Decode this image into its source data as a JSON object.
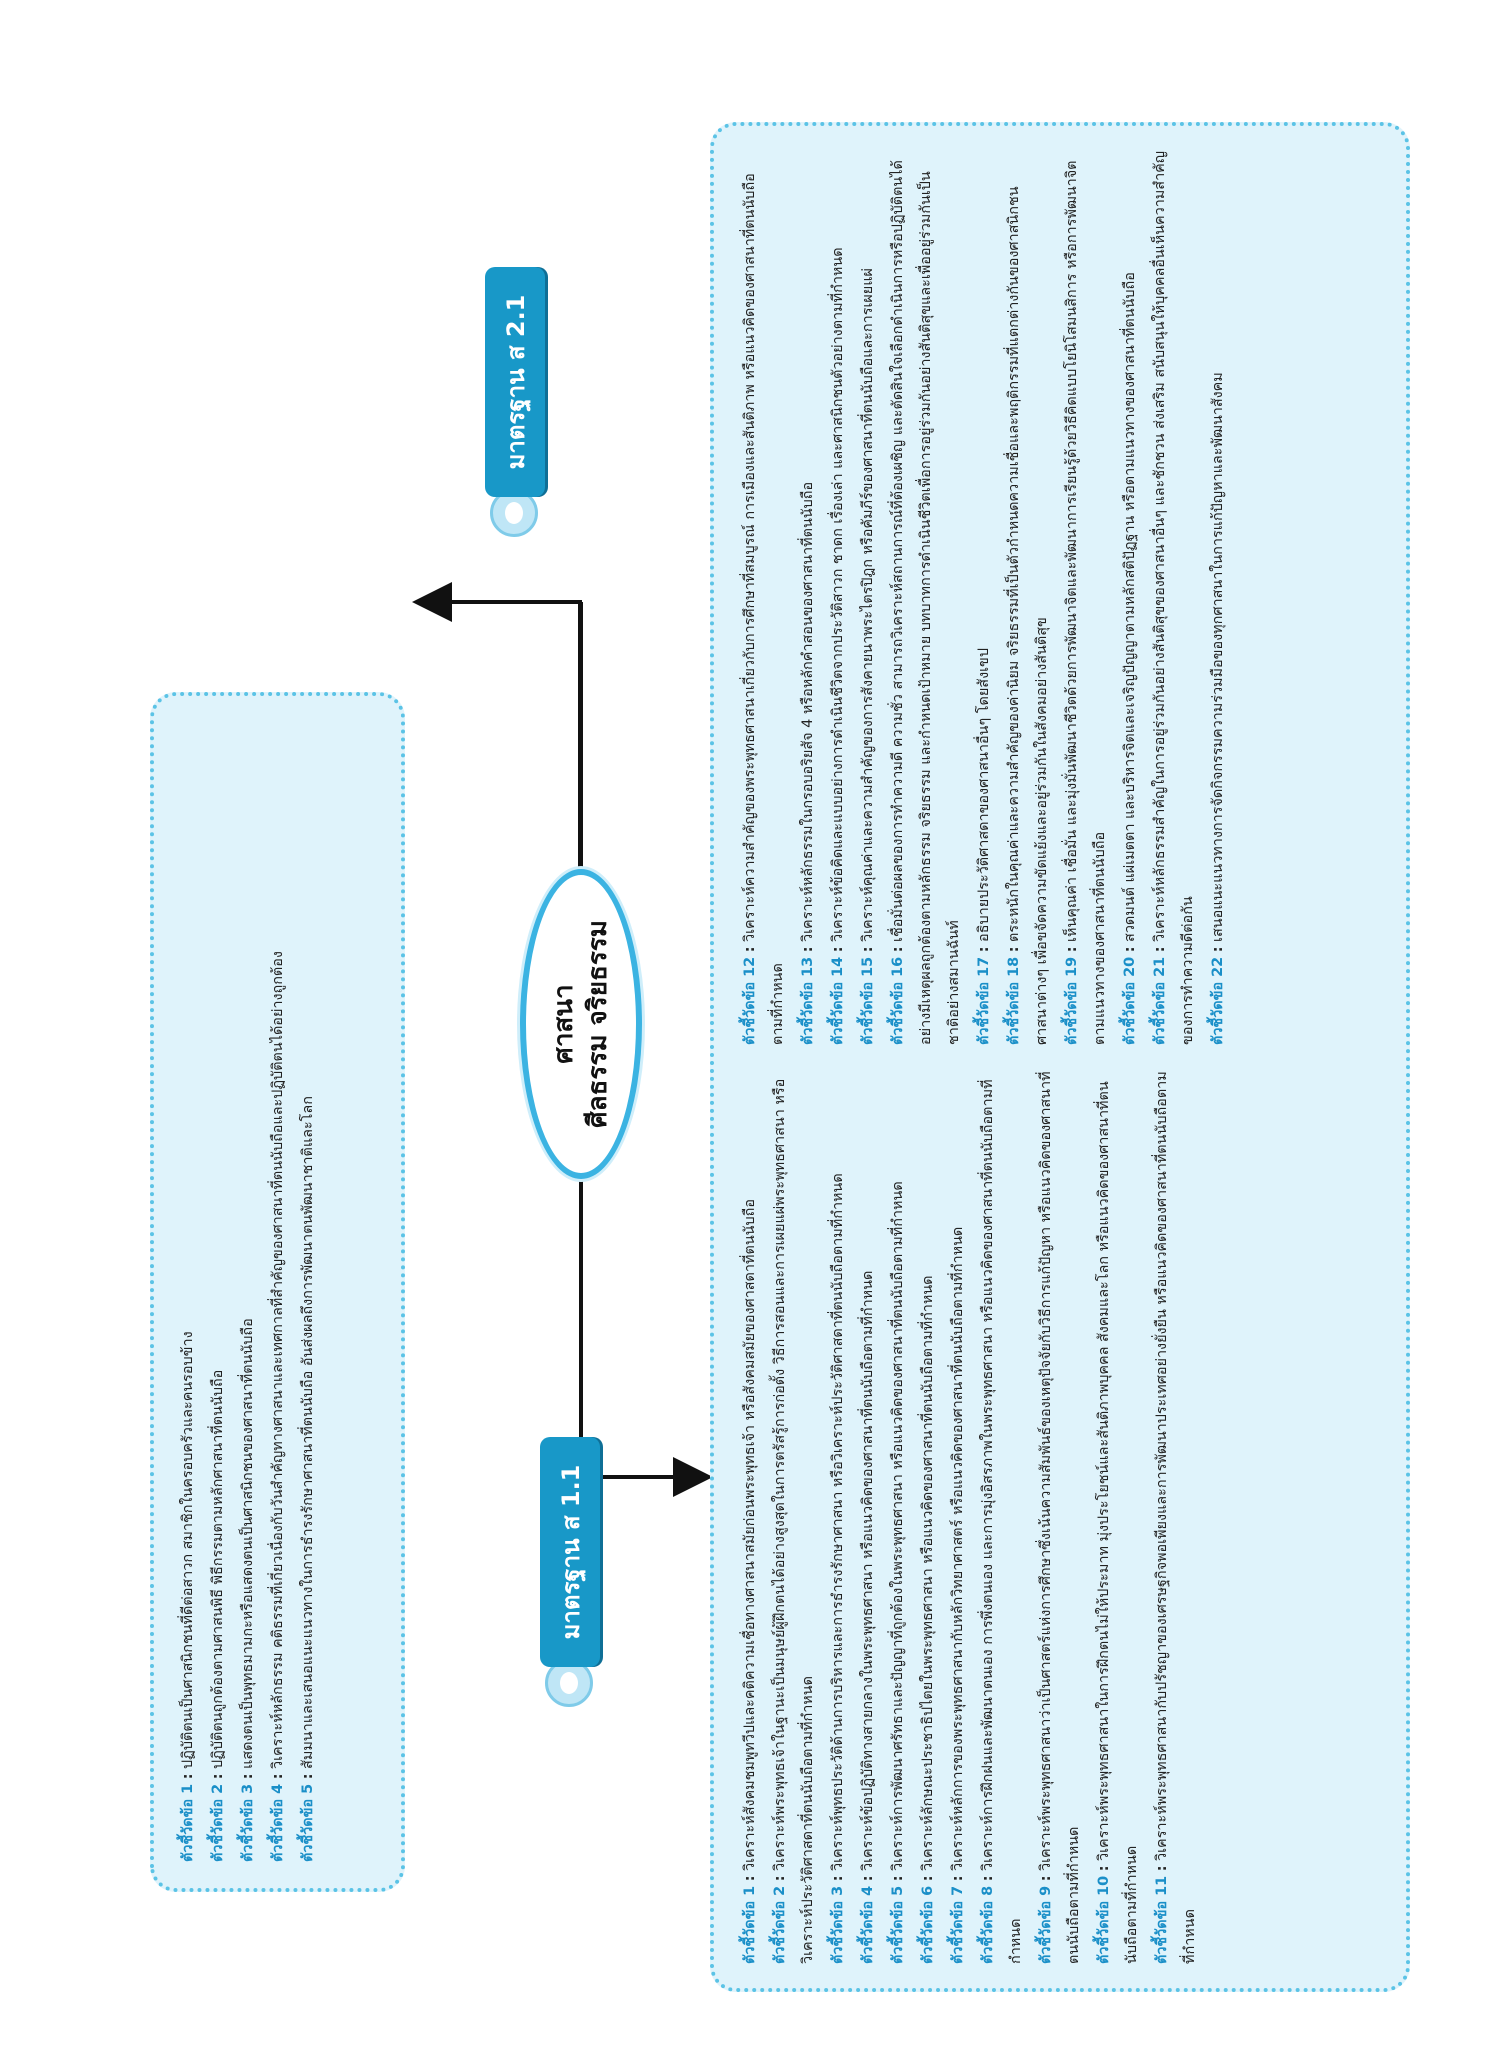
{
  "center": {
    "line1": "ศาสนา",
    "line2": "ศีลธรรม จริยธรรม"
  },
  "standards": {
    "s11": "มาตรฐาน ส 1.1",
    "s21": "มาตรฐาน ส 2.1"
  },
  "separator": ":",
  "top_indicators": [
    {
      "label": "ตัวชี้วัดข้อ 1",
      "text": "ปฏิบัติตนเป็นศาสนิกชนที่ดีต่อสาวก สมาชิกในครอบครัวและคนรอบข้าง"
    },
    {
      "label": "ตัวชี้วัดข้อ 2",
      "text": "ปฏิบัติตนถูกต้องตามศาสนพิธี พิธีกรรมตามหลักศาสนาที่ตนนับถือ"
    },
    {
      "label": "ตัวชี้วัดข้อ 3",
      "text": "แสดงตนเป็นพุทธมามกะหรือแสดงตนเป็นศาสนิกชนของศาสนาที่ตนนับถือ"
    },
    {
      "label": "ตัวชี้วัดข้อ 4",
      "text": "วิเคราะห์หลักธรรม คติธรรมที่เกี่ยวเนื่องกับวันสำคัญทางศาสนาและเทศกาลที่สำคัญของศาสนาที่ตนนับถือและปฏิบัติตนได้อย่างถูกต้อง"
    },
    {
      "label": "ตัวชี้วัดข้อ 5",
      "text": "สัมมนาและเสนอแนะแนวทางในการธำรงรักษาศาสนาที่ตนนับถือ อันส่งผลถึงการพัฒนาตนพัฒนาชาติและโลก"
    }
  ],
  "left_indicators": [
    {
      "label": "ตัวชี้วัดข้อ 1",
      "text": "วิเคราะห์สังคมชมพูทวีปและคติความเชื่อทางศาสนาสมัยก่อนพระพุทธเจ้า หรือสังคมสมัยของศาสดาที่ตนนับถือ"
    },
    {
      "label": "ตัวชี้วัดข้อ 2",
      "text": "วิเคราะห์พระพุทธเจ้าในฐานะเป็นมนุษย์ผู้ฝึกตนได้อย่างสูงสุดในการตรัสรู้การก่อตั้ง วิธีการสอนและการเผยแผ่พระพุทธศาสนา หรือวิเคราะห์ประวัติศาสดาที่ตนนับถือตามที่กำหนด"
    },
    {
      "label": "ตัวชี้วัดข้อ 3",
      "text": "วิเคราะห์พุทธประวัติด้านการบริหารและการธำรงรักษาศาสนา หรือวิเคราะห์ประวัติศาสดาที่ตนนับถือตามที่กำหนด"
    },
    {
      "label": "ตัวชี้วัดข้อ 4",
      "text": "วิเคราะห์ข้อปฏิบัติทางสายกลางในพระพุทธศาสนา หรือแนวคิดของศาสนาที่ตนนับถือตามที่กำหนด"
    },
    {
      "label": "ตัวชี้วัดข้อ 5",
      "text": "วิเคราะห์การพัฒนาศรัทธาและปัญญาที่ถูกต้องในพระพุทธศาสนา หรือแนวคิดของศาสนาที่ตนนับถือตามที่กำหนด"
    },
    {
      "label": "ตัวชี้วัดข้อ 6",
      "text": "วิเคราะห์ลักษณะประชาธิปไตยในพระพุทธศาสนา หรือแนวคิดของศาสนาที่ตนนับถือตามที่กำหนด"
    },
    {
      "label": "ตัวชี้วัดข้อ 7",
      "text": "วิเคราะห์หลักการของพระพุทธศาสนากับหลักวิทยาศาสตร์ หรือแนวคิดของศาสนาที่ตนนับถือตามที่กำหนด"
    },
    {
      "label": "ตัวชี้วัดข้อ 8",
      "text": "วิเคราะห์การฝึกฝนและพัฒนาตนเอง การพึ่งตนเอง และการมุ่งอิสรภาพในพระพุทธศาสนา หรือแนวคิดของศาสนาที่ตนนับถือตามที่กำหนด"
    },
    {
      "label": "ตัวชี้วัดข้อ 9",
      "text": "วิเคราะห์พระพุทธศาสนาว่าเป็นศาสตร์แห่งการศึกษาซึ่งเน้นความสัมพันธ์ของเหตุปัจจัยกับวิธีการแก้ปัญหา หรือแนวคิดของศาสนาที่ตนนับถือตามที่กำหนด"
    },
    {
      "label": "ตัวชี้วัดข้อ 10",
      "text": "วิเคราะห์พระพุทธศาสนาในการฝึกตนไม่ให้ประมาท มุ่งประโยชน์และสันติภาพบุคคล สังคมและโลก หรือแนวคิดของศาสนาที่ตนนับถือตามที่กำหนด"
    },
    {
      "label": "ตัวชี้วัดข้อ 11",
      "text": "วิเคราะห์พระพุทธศาสนากับปรัชญาของเศรษฐกิจพอเพียงและการพัฒนาประเทศอย่างยั่งยืน หรือแนวคิดของศาสนาที่ตนนับถือตามที่กำหนด"
    }
  ],
  "right_indicators": [
    {
      "label": "ตัวชี้วัดข้อ 12",
      "text": "วิเคราะห์ความสำคัญของพระพุทธศาสนาเกี่ยวกับการศึกษาที่สมบูรณ์ การเมืองและสันติภาพ หรือแนวคิดของศาสนาที่ตนนับถือตามที่กำหนด"
    },
    {
      "label": "ตัวชี้วัดข้อ 13",
      "text": "วิเคราะห์หลักธรรมในกรอบอริยสัจ 4 หรือหลักคำสอนของศาสนาที่ตนนับถือ"
    },
    {
      "label": "ตัวชี้วัดข้อ 14",
      "text": "วิเคราะห์ข้อคิดและแบบอย่างการดำเนินชีวิตจากประวัติสาวก ชาดก เรื่องเล่า และศาสนิกชนตัวอย่างตามที่กำหนด"
    },
    {
      "label": "ตัวชี้วัดข้อ 15",
      "text": "วิเคราะห์คุณค่าและความสำคัญของการสังคายนาพระไตรปิฎก หรือคัมภีร์ของศาสนาที่ตนนับถือและการเผยแผ่"
    },
    {
      "label": "ตัวชี้วัดข้อ 16",
      "text": "เชื่อมั่นต่อผลของการทำความดี ความชั่ว สามารถวิเคราะห์สถานการณ์ที่ต้องเผชิญ และตัดสินใจเลือกดำเนินการหรือปฏิบัติตนได้อย่างมีเหตุผลถูกต้องตามหลักธรรม จริยธรรม และกำหนดเป้าหมาย บทบาทการดำเนินชีวิตเพื่อการอยู่ร่วมกันอย่างสันติสุขและเพื่ออยู่ร่วมกันเป็นชาติอย่างสมานฉันท์"
    },
    {
      "label": "ตัวชี้วัดข้อ 17",
      "text": "อธิบายประวัติศาสดาของศาสนาอื่นๆ โดยสังเขป"
    },
    {
      "label": "ตัวชี้วัดข้อ 18",
      "text": "ตระหนักในคุณค่าและความสำคัญของค่านิยม จริยธรรมที่เป็นตัวกำหนดความเชื่อและพฤติกรรมที่แตกต่างกันของศาสนิกชนศาสนาต่างๆ เพื่อขจัดความขัดแย้งและอยู่ร่วมกันในสังคมอย่างสันติสุข"
    },
    {
      "label": "ตัวชี้วัดข้อ 19",
      "text": "เห็นคุณค่า เชื่อมั่น และมุ่งมั่นพัฒนาชีวิตด้วยการพัฒนาจิตและพัฒนาการเรียนรู้ด้วยวิธีคิดแบบโยนิโสมนสิการ หรือการพัฒนาจิตตามแนวทางของศาสนาที่ตนนับถือ"
    },
    {
      "label": "ตัวชี้วัดข้อ 20",
      "text": "สวดมนต์ แผ่เมตตา และบริหารจิตและเจริญปัญญาตามหลักสติปัฏฐาน หรือตามแนวทางของศาสนาที่ตนนับถือ"
    },
    {
      "label": "ตัวชี้วัดข้อ 21",
      "text": "วิเคราะห์หลักธรรมสำคัญในการอยู่ร่วมกันอย่างสันติสุขของศาสนาอื่นๆ และชักชวน ส่งเสริม สนับสนุนให้บุคคลอื่นเห็นความสำคัญของการทำความดีต่อกัน"
    },
    {
      "label": "ตัวชี้วัดข้อ 22",
      "text": "เสนอแนะแนวทางการจัดกิจกรรมความร่วมมือของทุกศาสนาในการแก้ปัญหาและพัฒนาสังคม"
    }
  ]
}
